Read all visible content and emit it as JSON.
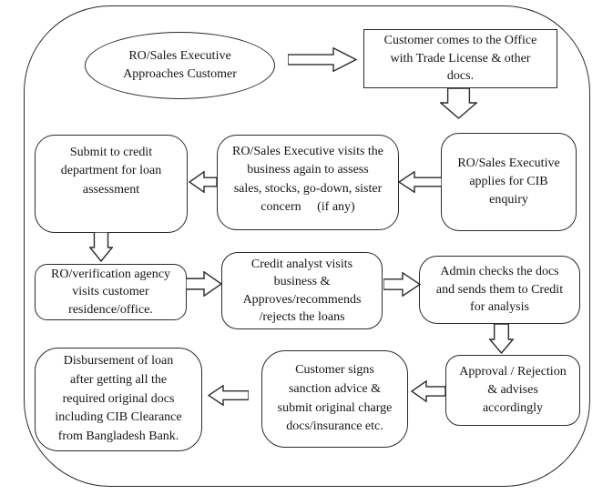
{
  "diagram": {
    "type": "flowchart",
    "subject": "Loan processing workflow",
    "colors": {
      "background": "#ffffff",
      "border": "#2b2b2b",
      "text": "#151515",
      "arrow_fill": "#ffffff"
    },
    "nodes": {
      "approach_customer": "RO/Sales Executive\nApproaches Customer",
      "customer_office": "Customer comes to the Office\nwith Trade License & other\ndocs.",
      "submit_credit": "Submit to credit\ndepartment for loan\nassessment",
      "visit_business": "RO/Sales Executive visits the\nbusiness again to assess\nsales, stocks, go-down, sister\nconcern     (if any)",
      "cib_enquiry": "RO/Sales Executive\napplies for CIB\nenquiry",
      "verification_visit": "RO/verification agency\nvisits customer\nresidence/office.",
      "credit_analyst": "Credit analyst visits\nbusiness &\nApproves/recommends\n/rejects the loans",
      "admin_checks": "Admin checks the docs\nand sends them to Credit\nfor analysis",
      "approval_rejection": "Approval / Rejection\n& advises\naccordingly",
      "customer_signs": "Customer signs\nsanction advice &\nsubmit original charge\ndocs/insurance etc.",
      "disbursement": "Disbursement of loan\nafter getting all the\nrequired original docs\nincluding CIB Clearance\nfrom Bangladesh Bank."
    },
    "edges": [
      {
        "from": "approach_customer",
        "to": "customer_office",
        "direction": "right"
      },
      {
        "from": "customer_office",
        "to": "cib_enquiry",
        "direction": "down"
      },
      {
        "from": "cib_enquiry",
        "to": "visit_business",
        "direction": "left"
      },
      {
        "from": "visit_business",
        "to": "submit_credit",
        "direction": "left"
      },
      {
        "from": "submit_credit",
        "to": "verification_visit",
        "direction": "down"
      },
      {
        "from": "verification_visit",
        "to": "credit_analyst",
        "direction": "right"
      },
      {
        "from": "credit_analyst",
        "to": "admin_checks",
        "direction": "right"
      },
      {
        "from": "admin_checks",
        "to": "approval_rejection",
        "direction": "down"
      },
      {
        "from": "approval_rejection",
        "to": "customer_signs",
        "direction": "left"
      },
      {
        "from": "customer_signs",
        "to": "disbursement",
        "direction": "left"
      }
    ]
  }
}
